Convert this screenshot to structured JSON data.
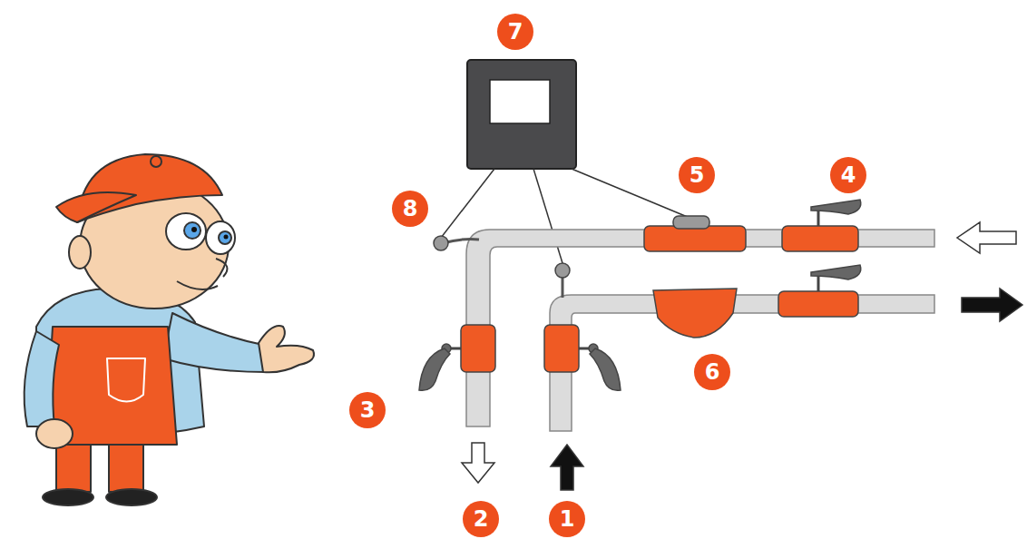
{
  "diagram": {
    "labels": [
      "7",
      "8",
      "5",
      "4",
      "6",
      "3",
      "2",
      "1"
    ]
  }
}
